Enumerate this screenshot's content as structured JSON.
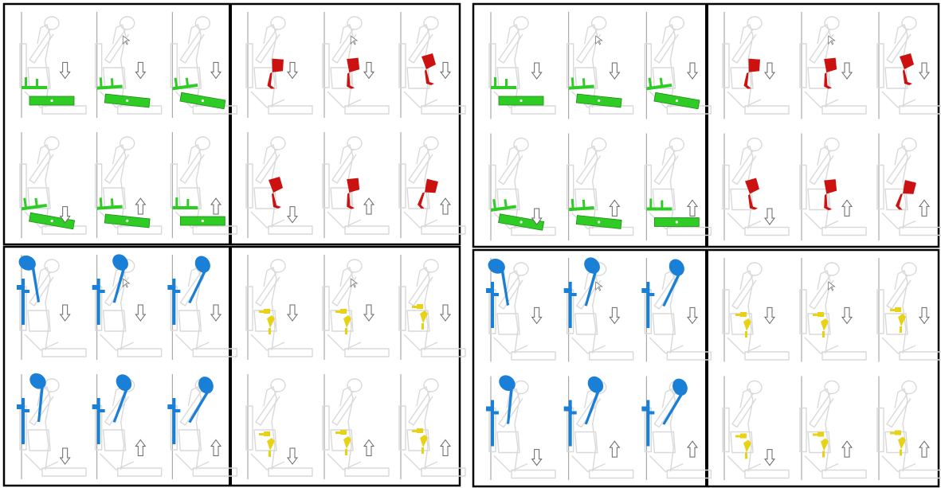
{
  "colors": {
    "frame": "#000000",
    "divider": "#9a9a9a",
    "ghost": "#d9d9d9",
    "arrow": "#666666"
  },
  "panel_groups": [
    {
      "id": "top-left",
      "panels": [
        {
          "part": "hammer-rail",
          "color": "#2fcc25"
        },
        {
          "part": "jack",
          "color": "#cc1111"
        }
      ]
    },
    {
      "id": "top-right",
      "panels": [
        {
          "part": "hammer-rail",
          "color": "#2fcc25"
        },
        {
          "part": "jack",
          "color": "#cc1111"
        }
      ]
    },
    {
      "id": "bottom-left",
      "panels": [
        {
          "part": "hammer",
          "color": "#1a7fd6"
        },
        {
          "part": "repetition",
          "color": "#e8d215"
        }
      ]
    },
    {
      "id": "bottom-right",
      "panels": [
        {
          "part": "hammer",
          "color": "#1a7fd6"
        },
        {
          "part": "repetition",
          "color": "#e8d215"
        }
      ]
    }
  ],
  "frames": [
    {
      "key": 0,
      "arrow": "down",
      "cursor": false
    },
    {
      "key": 1,
      "arrow": "down",
      "cursor": true
    },
    {
      "key": 2,
      "arrow": "down",
      "cursor": false
    },
    {
      "key": 3,
      "arrow": "down",
      "cursor": false
    },
    {
      "key": 4,
      "arrow": "up",
      "cursor": false
    },
    {
      "key": 5,
      "arrow": "up",
      "cursor": false
    }
  ]
}
